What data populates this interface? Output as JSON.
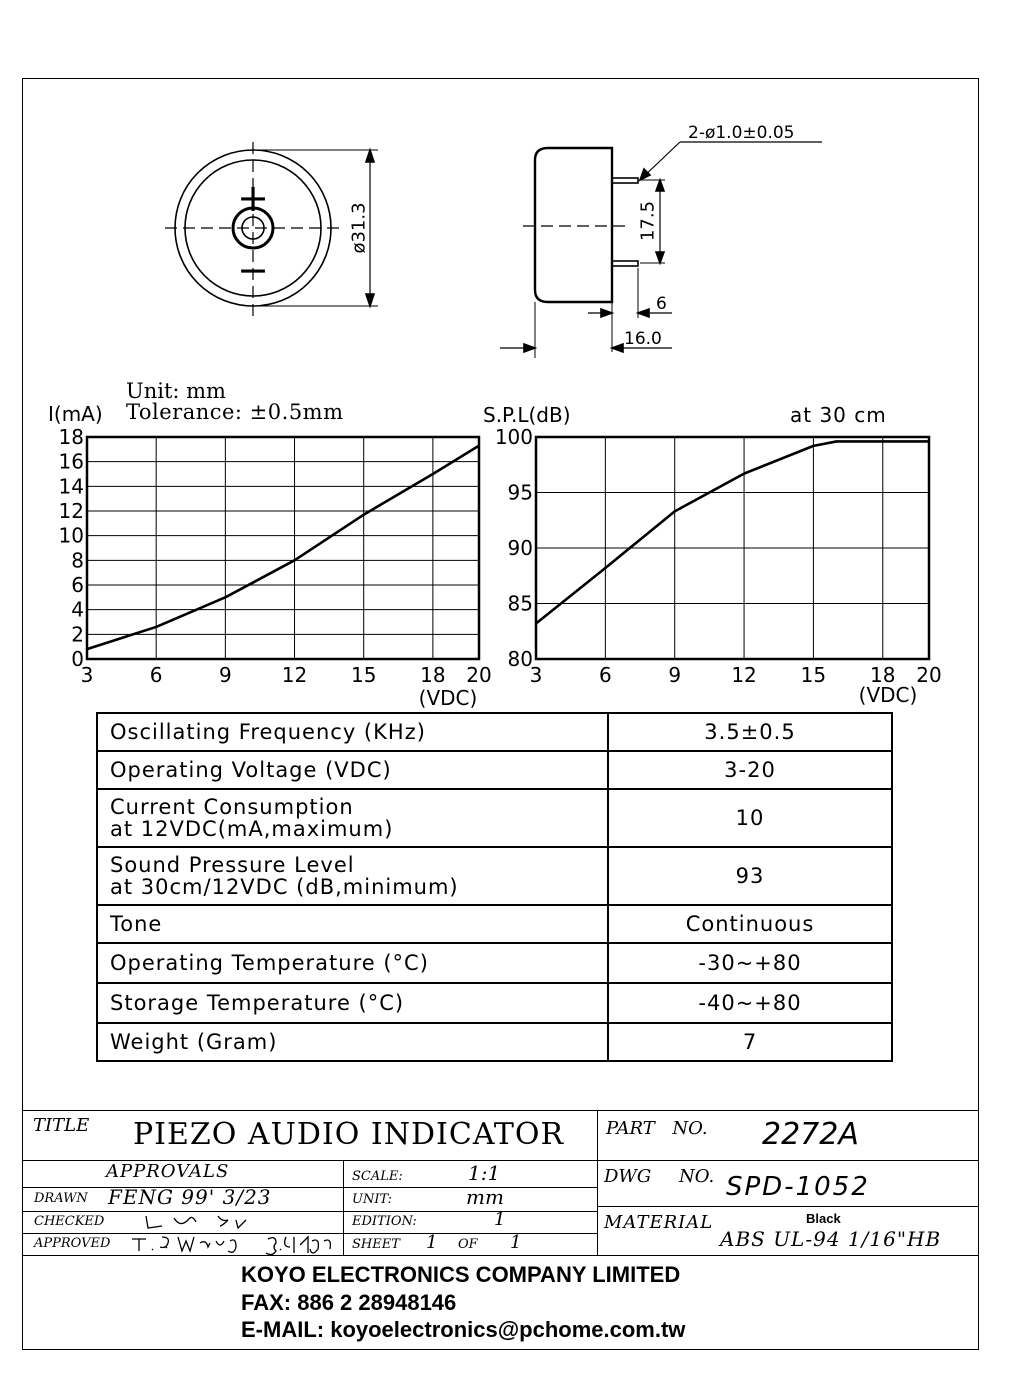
{
  "drawing": {
    "diameter_label": "ø31.3",
    "pin_label": "2-ø1.0±0.05",
    "pin_spacing": "17.5",
    "pin_length": "6",
    "height": "16.0",
    "plus_sign": "+",
    "minus_sign": "−"
  },
  "units_note": {
    "unit": "Unit: mm",
    "tolerance": "Tolerance: ±0.5mm"
  },
  "chart_data": [
    {
      "type": "line",
      "ylabel": "I(mA)",
      "xlabel": "(VDC)",
      "x_ticks": [
        "3",
        "6",
        "9",
        "12",
        "15",
        "18",
        "20"
      ],
      "y_ticks": [
        "0",
        "2",
        "4",
        "6",
        "8",
        "10",
        "12",
        "14",
        "16",
        "18"
      ],
      "xlim": [
        3,
        20
      ],
      "ylim": [
        0,
        18
      ],
      "grid": true,
      "series": [
        {
          "x": [
            3,
            6,
            9,
            12,
            15,
            18,
            20
          ],
          "y": [
            0.8,
            2.6,
            5.0,
            8.0,
            11.7,
            15.0,
            17.3
          ]
        }
      ]
    },
    {
      "type": "line",
      "ylabel": "S.P.L(dB)",
      "xlabel": "(VDC)",
      "note": "at 30 cm",
      "x_ticks": [
        "3",
        "6",
        "9",
        "12",
        "15",
        "18",
        "20"
      ],
      "y_ticks": [
        "80",
        "85",
        "90",
        "95",
        "100"
      ],
      "xlim": [
        3,
        20
      ],
      "ylim": [
        80,
        100
      ],
      "grid": true,
      "series": [
        {
          "x": [
            3,
            6,
            9,
            12,
            15,
            16,
            18,
            20
          ],
          "y": [
            83.2,
            88.2,
            93.3,
            96.7,
            99.2,
            99.6,
            99.6,
            99.6
          ]
        }
      ]
    }
  ],
  "spec_table": [
    {
      "label": [
        "Oscillating Frequency (KHz)"
      ],
      "value": "3.5±0.5"
    },
    {
      "label": [
        "Operating Voltage (VDC)"
      ],
      "value": "3-20"
    },
    {
      "label": [
        "Current Consumption",
        "at 12VDC(mA,maximum)"
      ],
      "value": "10"
    },
    {
      "label": [
        "Sound Pressure Level",
        "at 30cm/12VDC (dB,minimum)"
      ],
      "value": "93"
    },
    {
      "label": [
        "Tone"
      ],
      "value": "Continuous"
    },
    {
      "label": [
        "Operating Temperature (°C)"
      ],
      "value": "-30~+80"
    },
    {
      "label": [
        "Storage Temperature (°C)"
      ],
      "value": "-40~+80"
    },
    {
      "label": [
        "Weight (Gram)"
      ],
      "value": "7"
    }
  ],
  "title_block": {
    "title_label": "TITLE",
    "title": "PIEZO AUDIO INDICATOR",
    "part_no_label": "PART NO.",
    "part_no": "2272A",
    "approvals_label": "APPROVALS",
    "drawn_label": "DRAWN",
    "drawn_value": "FENG 99' 3/23",
    "checked_label": "CHECKED",
    "approved_label": "APPROVED",
    "scale_label": "SCALE:",
    "scale": "1:1",
    "unit_label": "UNIT:",
    "unit": "mm",
    "edition_label": "EDITION:",
    "edition": "1",
    "sheet_label": "SHEET",
    "sheet": "1",
    "of_label": "OF",
    "sheet_total": "1",
    "dwg_no_label": "DWG NO.",
    "dwg_no": "SPD-1052",
    "material_label": "MATERIAL",
    "material_color": "Black",
    "material": "ABS UL-94 1/16\"HB"
  },
  "company": {
    "name": "KOYO ELECTRONICS COMPANY LIMITED",
    "fax": "FAX: 886 2 28948146",
    "email": "E-MAIL: koyoelectronics@pchome.com.tw"
  }
}
